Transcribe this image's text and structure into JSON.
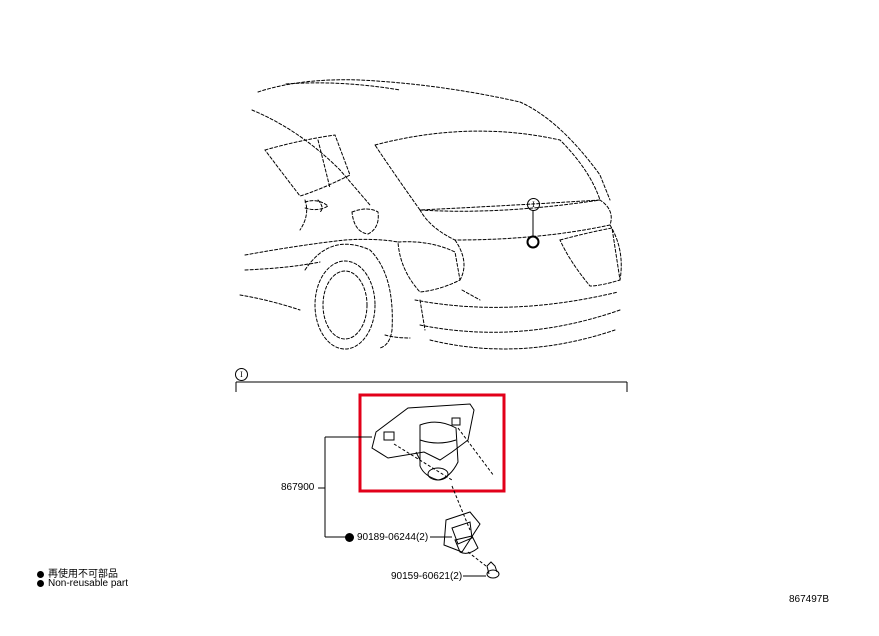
{
  "diagram": {
    "ref_letter": "I",
    "part_camera": "867900",
    "part_clip": "90189-06244(2)",
    "part_screw": "90159-60621(2)",
    "legend_jp": "再使用不可部品",
    "legend_en": "Non-reusable part",
    "figure_id": "867497B",
    "highlight_color": "#e2001a"
  }
}
